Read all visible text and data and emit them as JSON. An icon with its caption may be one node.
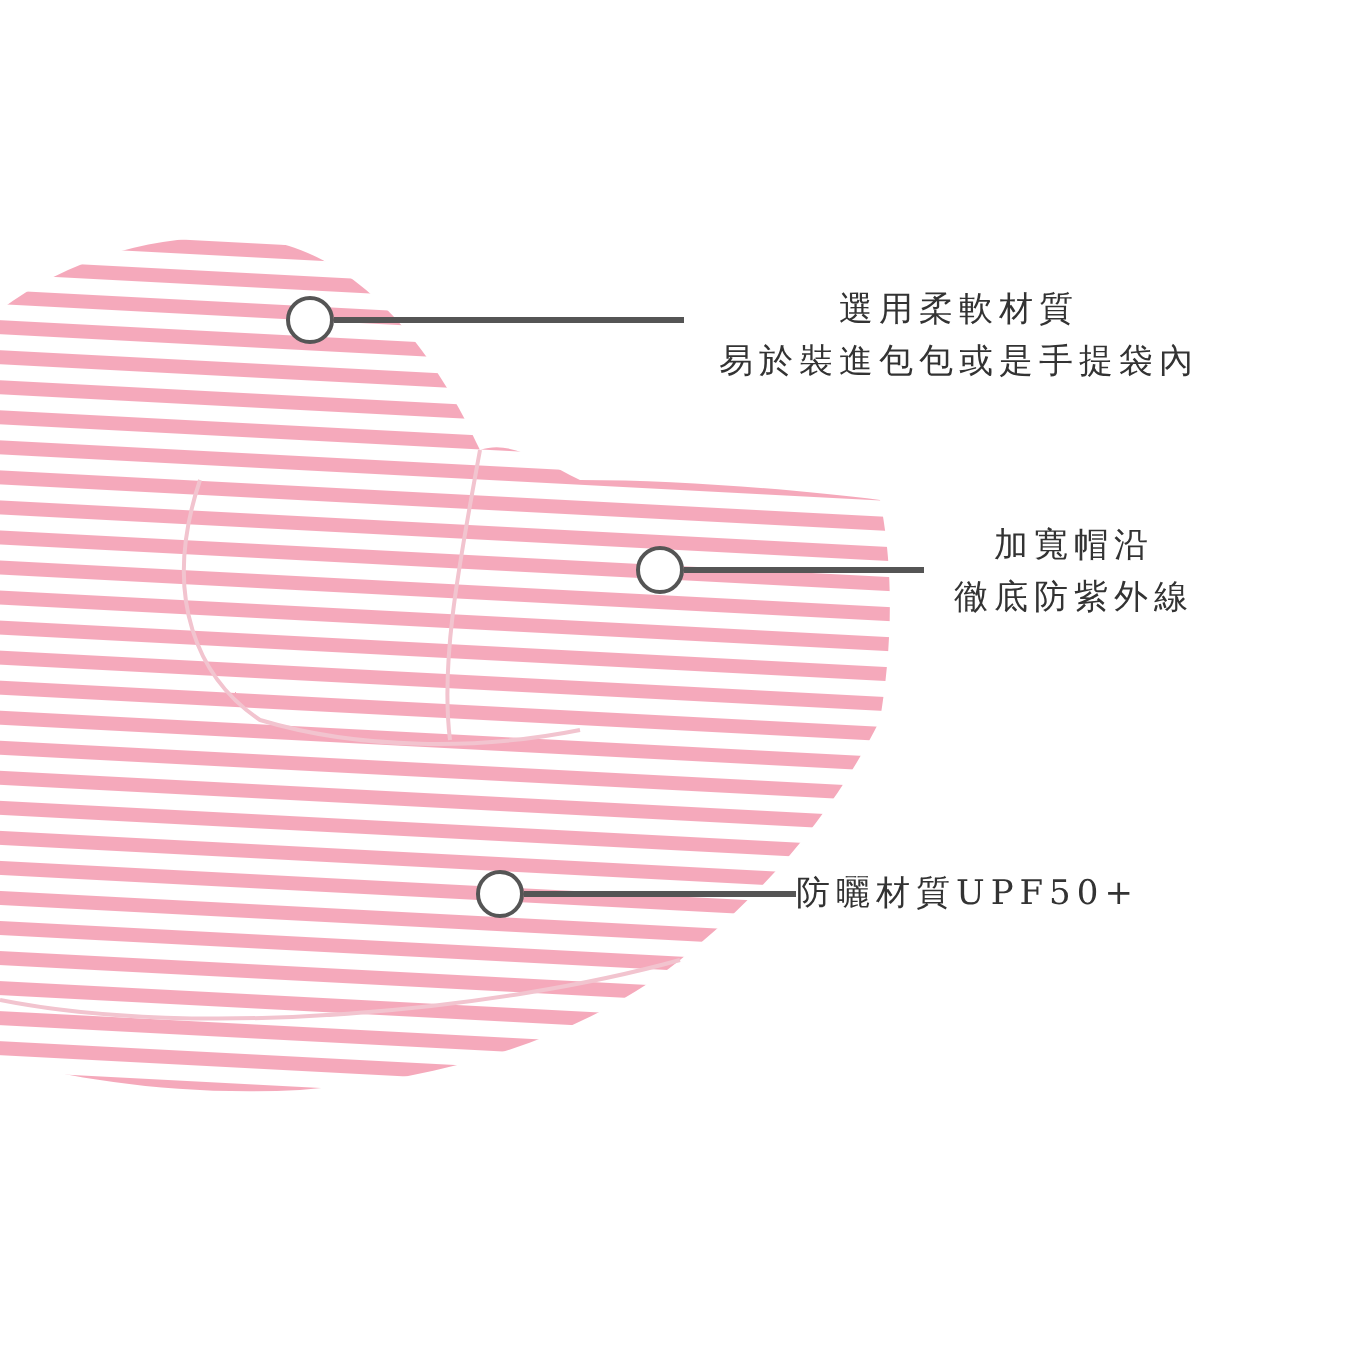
{
  "diagram": {
    "nodes": [
      {
        "text": [],
        "shape": "picture"
      },
      {
        "text": [],
        "shape": "circle",
        "in": 0
      },
      {
        "text": [
          "選用柔軟材質",
          "易於裝進包包或是手提袋內"
        ]
      },
      {
        "text": [],
        "shape": "circle",
        "in": 0
      },
      {
        "text": [
          "加寬帽沿",
          "徹底防紫外線"
        ]
      },
      {
        "text": [],
        "shape": "circle",
        "in": 0
      },
      {
        "text": [
          "防曬材質UPF50+"
        ]
      }
    ],
    "edges": [
      {
        "from": 2,
        "to": 1,
        "arrow": "none"
      },
      {
        "from": 4,
        "to": 3,
        "arrow": "none"
      },
      {
        "from": 6,
        "to": 5,
        "arrow": "none"
      }
    ]
  }
}
